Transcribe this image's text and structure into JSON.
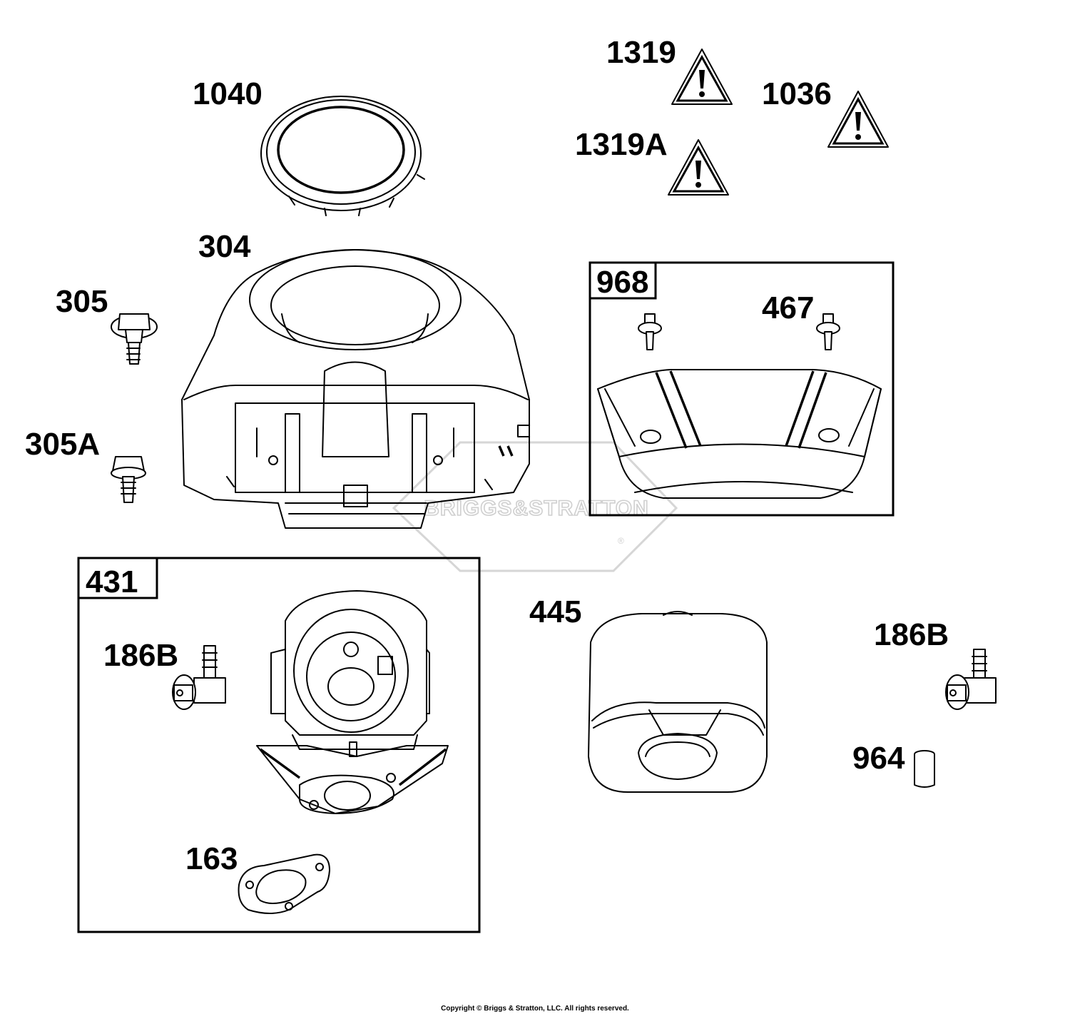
{
  "callouts": {
    "p1040": "1040",
    "p1319": "1319",
    "p1036": "1036",
    "p1319A": "1319A",
    "p304": "304",
    "p305": "305",
    "p305A": "305A",
    "p968": "968",
    "p467": "467",
    "p431": "431",
    "p186B_left": "186B",
    "p445": "445",
    "p186B_right": "186B",
    "p964": "964",
    "p163": "163"
  },
  "watermark": {
    "brand": "BRIGGS&STRATTON",
    "registered": "®"
  },
  "footer": {
    "copyright": "Copyright © Briggs & Stratton, LLC. All rights reserved."
  }
}
